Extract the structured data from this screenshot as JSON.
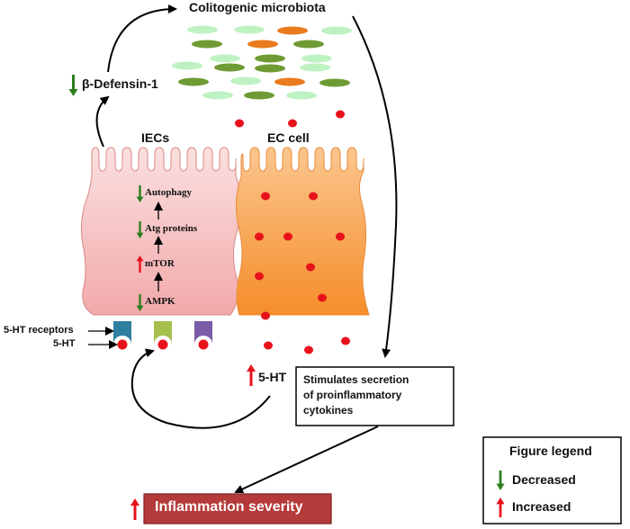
{
  "top_label": "Colitogenic microbiota",
  "defensin_label": "β-Defensin-1",
  "iec_label": "IECs",
  "ec_label": "EC cell",
  "pathway": {
    "autophagy": "Autophagy",
    "atg": "Atg proteins",
    "mtor": "mTOR",
    "ampk": "AMPK"
  },
  "receptor_label": "5-HT receptors",
  "serotonin_label": "5-HT",
  "serotonin_released_label": "5-HT",
  "secretion_box": {
    "line1": "Stimulates  secretion",
    "line2": "of proinflammatory",
    "line3": "cytokines"
  },
  "outcome_label": "Inflammation severity",
  "legend": {
    "title": "Figure legend",
    "decreased": "Decreased",
    "increased": "Increased"
  },
  "colors": {
    "decreased_arrow": "#2e7d1f",
    "increased_arrow": "#e8121b",
    "outcome_box": "#b53a3a",
    "iec_fill": "#f6c6c6",
    "ec_fill": "#f6a046"
  }
}
